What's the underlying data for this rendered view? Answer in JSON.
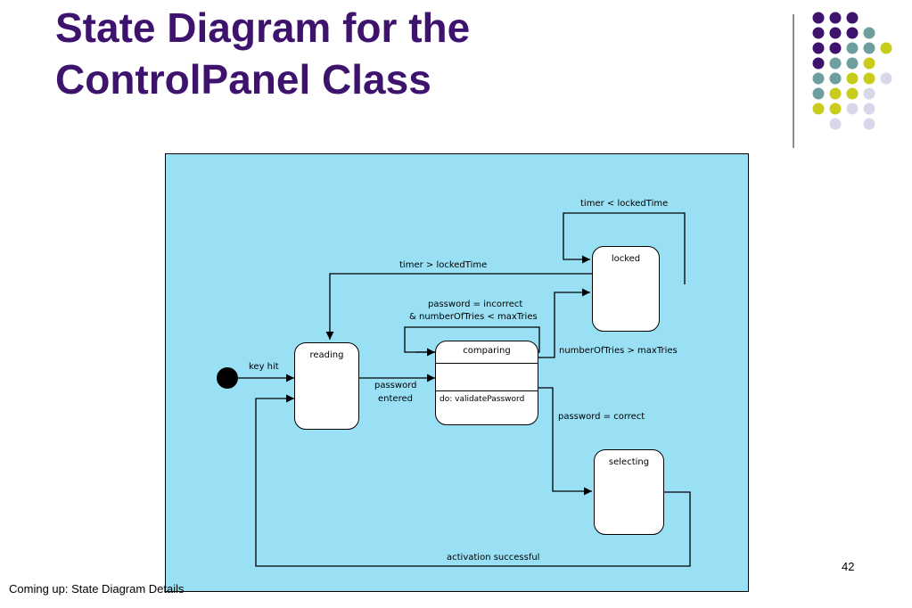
{
  "slide": {
    "title_line1": "State Diagram for the",
    "title_line2": "ControlPanel Class",
    "page_number": "42",
    "footer": "Coming up: State Diagram Details"
  },
  "theme": {
    "title_color": "#3d136e",
    "diagram_bg": "#99e0f5",
    "dot_colors": [
      "#3d136e",
      "#6e9e9e",
      "#c8cc1c",
      "#d8d8ea"
    ]
  },
  "diagram": {
    "states": {
      "reading": "reading",
      "comparing": "comparing",
      "comparing_activity": "do: validatePassword",
      "locked": "locked",
      "selecting": "selecting"
    },
    "transitions": {
      "key_hit": "key hit",
      "password_entered_1": "password",
      "password_entered_2": "entered",
      "incorrect_1": "password = incorrect",
      "incorrect_2": "& numberOfTries < maxTries",
      "timer_gt": "timer > lockedTime",
      "timer_le": "timer < lockedTime",
      "tries_gt": "numberOfTries > maxTries",
      "correct": "password = correct",
      "activation": "activation successful"
    }
  }
}
